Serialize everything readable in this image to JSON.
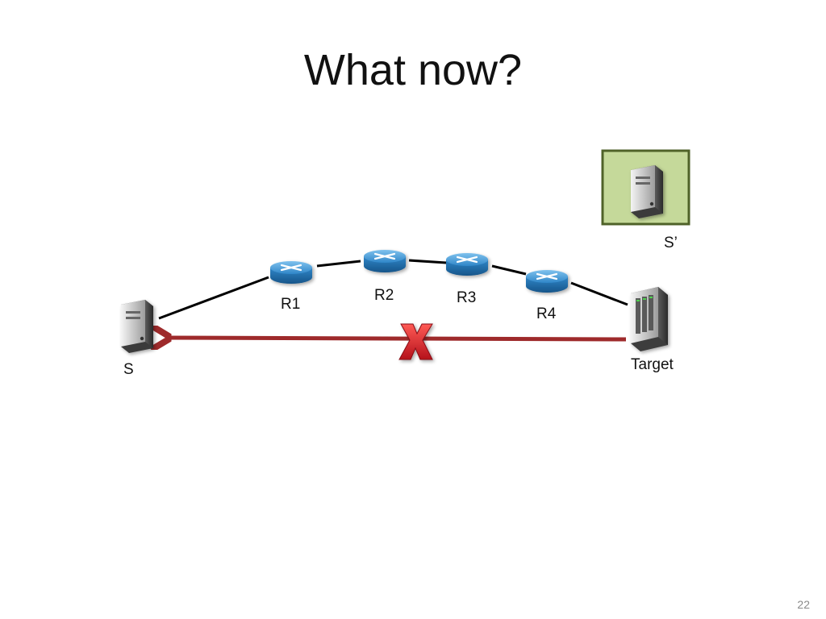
{
  "slide": {
    "title": "What now?",
    "page_number": "22"
  },
  "nodes": {
    "source": "S",
    "r1": "R1",
    "r2": "R2",
    "r3": "R3",
    "r4": "R4",
    "target": "Target",
    "alt_source": "S’"
  },
  "icons": {
    "source": "server-tower-icon",
    "routers": "router-icon",
    "target": "rack-server-icon",
    "alt_source": "server-tower-icon",
    "blocked": "red-x-icon"
  },
  "colors": {
    "return_arrow": "#9e2a2b",
    "router_body": "#2f86c8",
    "alt_box_fill": "#c5d99a",
    "alt_box_border": "#4f6228",
    "blocked_mark": "#d0202a"
  }
}
